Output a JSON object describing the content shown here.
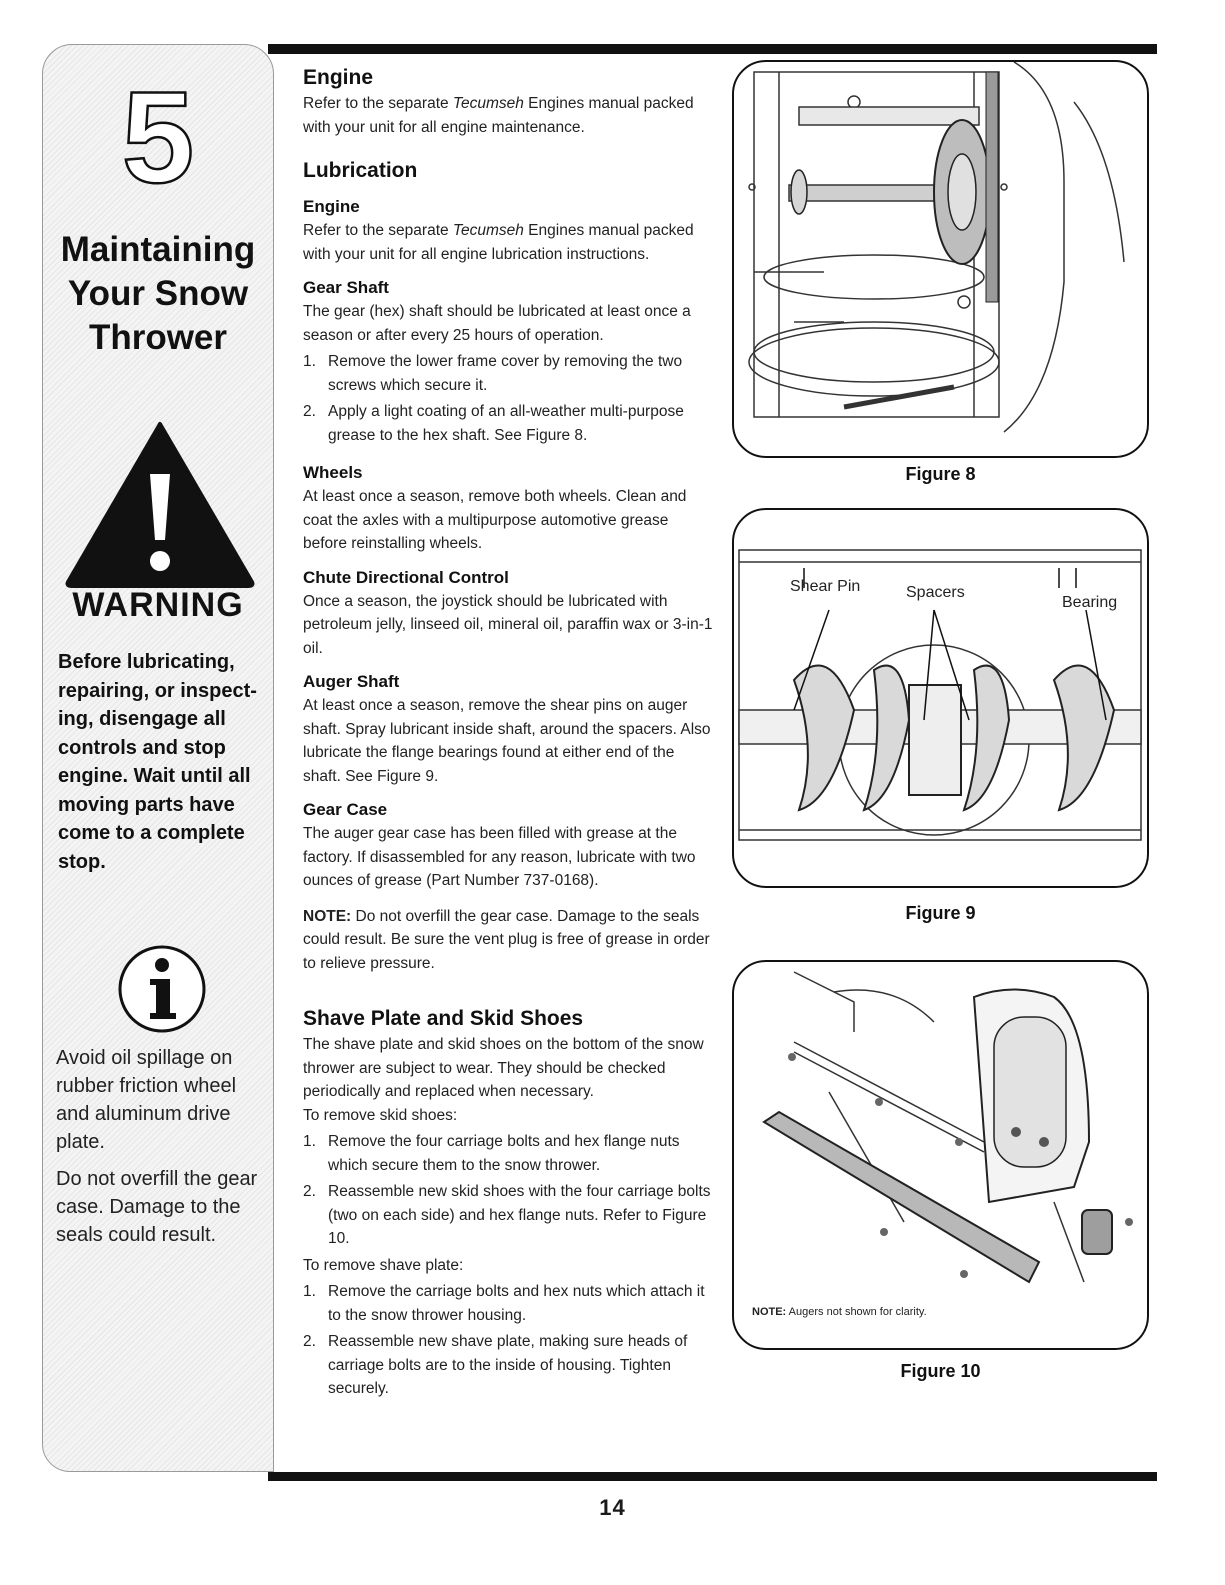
{
  "page_number": "14",
  "sidebar": {
    "section_number": "5",
    "title_lines": [
      "Maintaining",
      "Your Snow",
      "Thrower"
    ],
    "warning_word": "WARNING",
    "warning_text": "Before lubricating, repairing, or inspecting, disengage all controls and stop engine. Wait until all moving parts have come to a complete stop.",
    "warning_lines": [
      "Before lubricating,",
      "repairing, or inspect-",
      "ing, disengage all",
      "controls and stop",
      "engine. Wait until all",
      "moving parts have",
      "come to a complete",
      "stop."
    ],
    "info_paragraphs": [
      [
        "Avoid oil spillage on",
        "rubber friction wheel",
        "and aluminum drive",
        "plate."
      ],
      [
        "Do not overfill the gear",
        "case. Damage to the",
        "seals could result."
      ]
    ]
  },
  "main": {
    "engine": {
      "heading": "Engine",
      "text_before": "Refer to the separate ",
      "text_italic": "Tecumseh",
      "text_after": " Engines manual packed with your unit for all engine maintenance."
    },
    "lubrication": {
      "heading": "Lubrication",
      "engine": {
        "heading": "Engine",
        "text_before": "Refer to the separate ",
        "text_italic": "Tecumseh",
        "text_after": " Engines manual packed with your unit for all engine lubrication instructions."
      },
      "gear_shaft": {
        "heading": "Gear Shaft",
        "text": "The gear (hex) shaft should be lubricated at least once a season or after every 25 hours of operation.",
        "steps": [
          {
            "num": "1.",
            "text": "Remove the lower frame cover by removing the two screws which secure it."
          },
          {
            "num": "2.",
            "text": "Apply a light coating of an all-weather multi-purpose grease to the hex shaft. See Figure 8."
          }
        ]
      },
      "wheels": {
        "heading": "Wheels",
        "text": "At least once a season, remove both wheels. Clean and coat the axles with a multipurpose automotive grease before reinstalling wheels."
      },
      "chute": {
        "heading": "Chute Directional Control",
        "text": "Once a season, the joystick should be lubricated with petroleum jelly, linseed oil, mineral oil, paraffin wax or 3-in-1 oil."
      },
      "auger_shaft": {
        "heading": "Auger Shaft",
        "text": "At least once a season, remove the shear pins on auger shaft. Spray lubricant inside shaft, around the spacers. Also lubricate the flange bearings found at either end of the shaft. See Figure 9."
      },
      "gear_case": {
        "heading": "Gear Case",
        "text": "The auger gear case has been filled with grease at the factory. If disassembled for any reason, lubricate with two ounces of grease (Part Number 737-0168)."
      },
      "note": {
        "label": "NOTE:",
        "text": " Do not overfill the gear case. Damage to the seals could result. Be sure the vent plug is free of grease in order to relieve pressure."
      }
    },
    "shave_plate": {
      "heading": "Shave Plate and Skid Shoes",
      "text": "The shave plate and skid shoes on the bottom of the snow thrower are subject to wear. They should be checked periodically and replaced when necessary.",
      "skid_intro": "To remove skid shoes:",
      "skid_steps": [
        {
          "num": "1.",
          "text": "Remove the four carriage bolts and hex flange nuts which secure them to the snow thrower."
        },
        {
          "num": "2.",
          "text": "Reassemble new skid shoes with the four carriage bolts (two on each side) and hex flange nuts. Refer to Figure 10."
        }
      ],
      "plate_intro": "To remove shave plate:",
      "plate_steps": [
        {
          "num": "1.",
          "text": "Remove the carriage bolts and hex nuts which attach it to the snow thrower housing."
        },
        {
          "num": "2.",
          "text": "Reassemble new shave plate, making sure heads of carriage bolts are to the inside of housing. Tighten securely."
        }
      ]
    }
  },
  "figures": {
    "fig8": {
      "caption": "Figure 8"
    },
    "fig9": {
      "caption": "Figure 9",
      "labels": {
        "shear_pin": "Shear Pin",
        "spacers": "Spacers",
        "bearing": "Bearing"
      }
    },
    "fig10": {
      "caption": "Figure 10",
      "note_label": "NOTE:",
      "note_text": " Augers not shown for clarity."
    }
  }
}
